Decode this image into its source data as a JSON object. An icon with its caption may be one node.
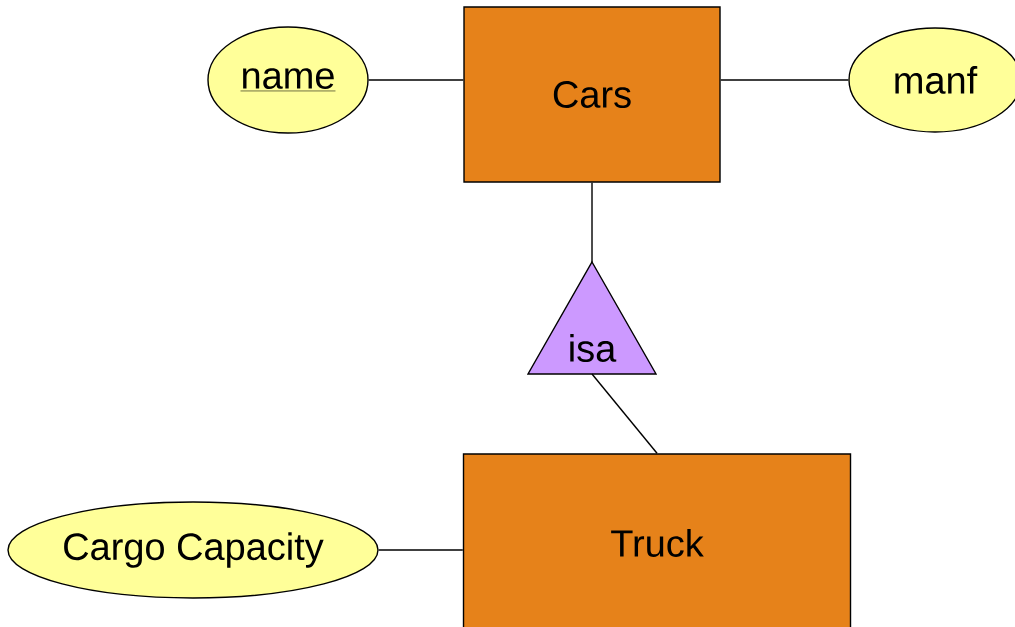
{
  "diagram": {
    "nodes": [
      {
        "text": [
          "Cars"
        ]
      },
      {
        "text": [
          "name"
        ]
      },
      {
        "text": [
          "manf"
        ]
      },
      {
        "text": [
          "isa"
        ]
      },
      {
        "text": [
          "Truck"
        ]
      },
      {
        "text": [
          "Cargo Capacity"
        ]
      }
    ],
    "edges": [
      {
        "from": 1,
        "to": 0,
        "arrow": "none"
      },
      {
        "from": 0,
        "to": 2,
        "arrow": "none"
      },
      {
        "from": 0,
        "to": 3,
        "arrow": "none"
      },
      {
        "from": 3,
        "to": 4,
        "arrow": "none"
      },
      {
        "from": 5,
        "to": 4,
        "arrow": "none"
      }
    ]
  }
}
